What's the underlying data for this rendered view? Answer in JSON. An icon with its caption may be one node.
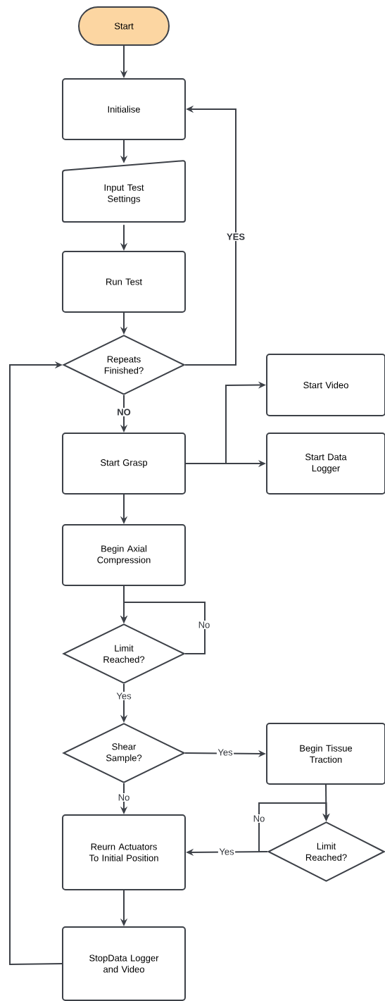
{
  "diagram": {
    "nodes": [
      {
        "text": [
          "Start"
        ]
      },
      {
        "text": [
          "Initialise"
        ]
      },
      {
        "text": [
          "Input Test Settings"
        ]
      },
      {
        "text": [
          "Run Test"
        ]
      },
      {
        "text": [
          "Repeats Finished?"
        ]
      },
      {
        "text": [
          "Start Video"
        ]
      },
      {
        "text": [
          "Start Grasp"
        ]
      },
      {
        "text": [
          "Start Data Logger"
        ]
      },
      {
        "text": [
          "Begin Axial Compression"
        ]
      },
      {
        "text": [
          "Limit Reached?"
        ]
      },
      {
        "text": [
          "Shear Sample?"
        ]
      },
      {
        "text": [
          "Begin Tissue Traction"
        ]
      },
      {
        "text": [
          "Limit Reached?"
        ]
      },
      {
        "text": [
          "Reurn Actuators To Initial Position"
        ]
      },
      {
        "text": [
          "StopData Logger and Video"
        ]
      }
    ],
    "edges": [
      {
        "from": 0,
        "to": 1,
        "arrow": "to"
      },
      {
        "from": 1,
        "to": 2,
        "arrow": "to"
      },
      {
        "from": 2,
        "to": 3,
        "arrow": "to"
      },
      {
        "from": 3,
        "to": 4,
        "arrow": "to"
      },
      {
        "from": 4,
        "to": 1,
        "arrow": "to",
        "label": "YES"
      },
      {
        "from": 4,
        "to": 6,
        "arrow": "to",
        "label": "NO"
      },
      {
        "from": 6,
        "to": 5,
        "arrow": "to"
      },
      {
        "from": 6,
        "to": 7,
        "arrow": "to"
      },
      {
        "from": 6,
        "to": 8,
        "arrow": "to"
      },
      {
        "from": 8,
        "to": 9,
        "arrow": "to"
      },
      {
        "from": 9,
        "to": 9,
        "arrow": "to",
        "label": "No"
      },
      {
        "from": 9,
        "to": 10,
        "arrow": "to",
        "label": "Yes"
      },
      {
        "from": 10,
        "to": 11,
        "arrow": "to",
        "label": "Yes"
      },
      {
        "from": 10,
        "to": 13,
        "arrow": "to",
        "label": "No"
      },
      {
        "from": 11,
        "to": 12,
        "arrow": "to"
      },
      {
        "from": 12,
        "to": 12,
        "arrow": "to",
        "label": "No"
      },
      {
        "from": 12,
        "to": 13,
        "arrow": "to",
        "label": "Yes"
      },
      {
        "from": 13,
        "to": 14,
        "arrow": "to"
      },
      {
        "from": 14,
        "to": 4,
        "arrow": "to"
      }
    ]
  }
}
